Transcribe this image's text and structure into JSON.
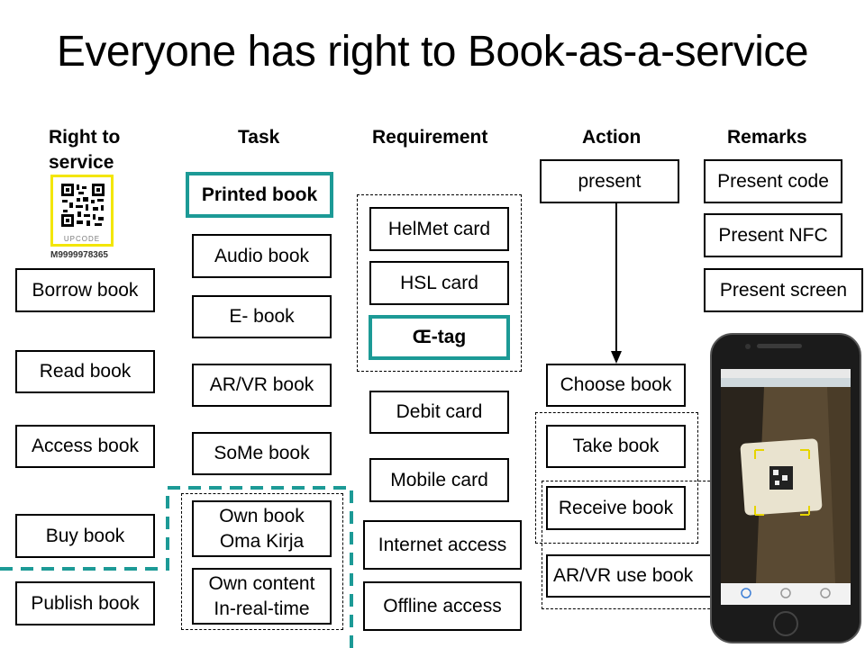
{
  "title": "Everyone has right to Book-as-a-service",
  "headers": {
    "right": "Right to service",
    "task": "Task",
    "requirement": "Requirement",
    "action": "Action",
    "remarks": "Remarks"
  },
  "upcode": {
    "logo_text": "UPCODE",
    "code_id": "M9999978365"
  },
  "rights": [
    "Borrow book",
    "Read book",
    "Access book",
    "Buy book",
    "Publish book"
  ],
  "tasks": [
    "Printed book",
    "Audio book",
    "E- book",
    "AR/VR book",
    "SoMe book",
    "Own book\nOma Kirja",
    "Own content\nIn-real-time"
  ],
  "requirements": [
    "HelMet card",
    "HSL card",
    "Œ-tag",
    "Debit card",
    "Mobile card",
    "Internet access",
    "Offline access"
  ],
  "actions": [
    "present",
    "Choose book",
    "Take book",
    "Receive book",
    "AR/VR use book"
  ],
  "remarks": [
    "Present code",
    "Present NFC",
    "Present screen"
  ],
  "phone": {
    "icon": "smartphone-scanning-icon"
  },
  "colors": {
    "teal": "#1c9a96",
    "upcode_yellow": "#f3e600"
  }
}
